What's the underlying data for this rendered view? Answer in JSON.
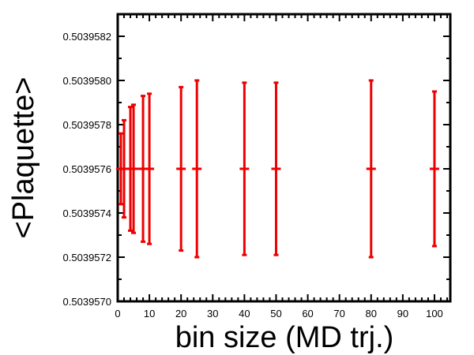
{
  "chart_data": {
    "type": "scatter",
    "title": "",
    "xlabel": "bin size (MD trj.)",
    "ylabel": "<Plaquette>",
    "xlim": [
      0,
      105
    ],
    "ylim": [
      0.503957,
      0.5039583
    ],
    "x_ticks": [
      0,
      10,
      20,
      30,
      40,
      50,
      60,
      70,
      80,
      90,
      100
    ],
    "x_tick_labels": [
      "0",
      "10",
      "20",
      "30",
      "40",
      "50",
      "60",
      "70",
      "80",
      "90",
      "100"
    ],
    "y_ticks": [
      0.503957,
      0.5039572,
      0.5039574,
      0.5039576,
      0.5039578,
      0.503958,
      0.5039582
    ],
    "y_tick_labels": [
      "0.5039570",
      "0.5039572",
      "0.5039574",
      "0.5039576",
      "0.5039578",
      "0.5039580",
      "0.5039582"
    ],
    "grid": false,
    "color": "#ee0000",
    "series": [
      {
        "x": [
          1,
          2,
          4,
          5,
          8,
          10,
          20,
          25,
          40,
          50,
          80,
          100
        ],
        "y": [
          0.5039576,
          0.5039576,
          0.5039576,
          0.5039576,
          0.5039576,
          0.5039576,
          0.5039576,
          0.5039576,
          0.5039576,
          0.5039576,
          0.5039576,
          0.5039576
        ],
        "yerr": [
          1.6e-07,
          2.2e-07,
          2.8e-07,
          2.9e-07,
          3.3e-07,
          3.4e-07,
          3.7e-07,
          4e-07,
          3.9e-07,
          3.9e-07,
          4e-07,
          3.5e-07
        ]
      }
    ]
  }
}
